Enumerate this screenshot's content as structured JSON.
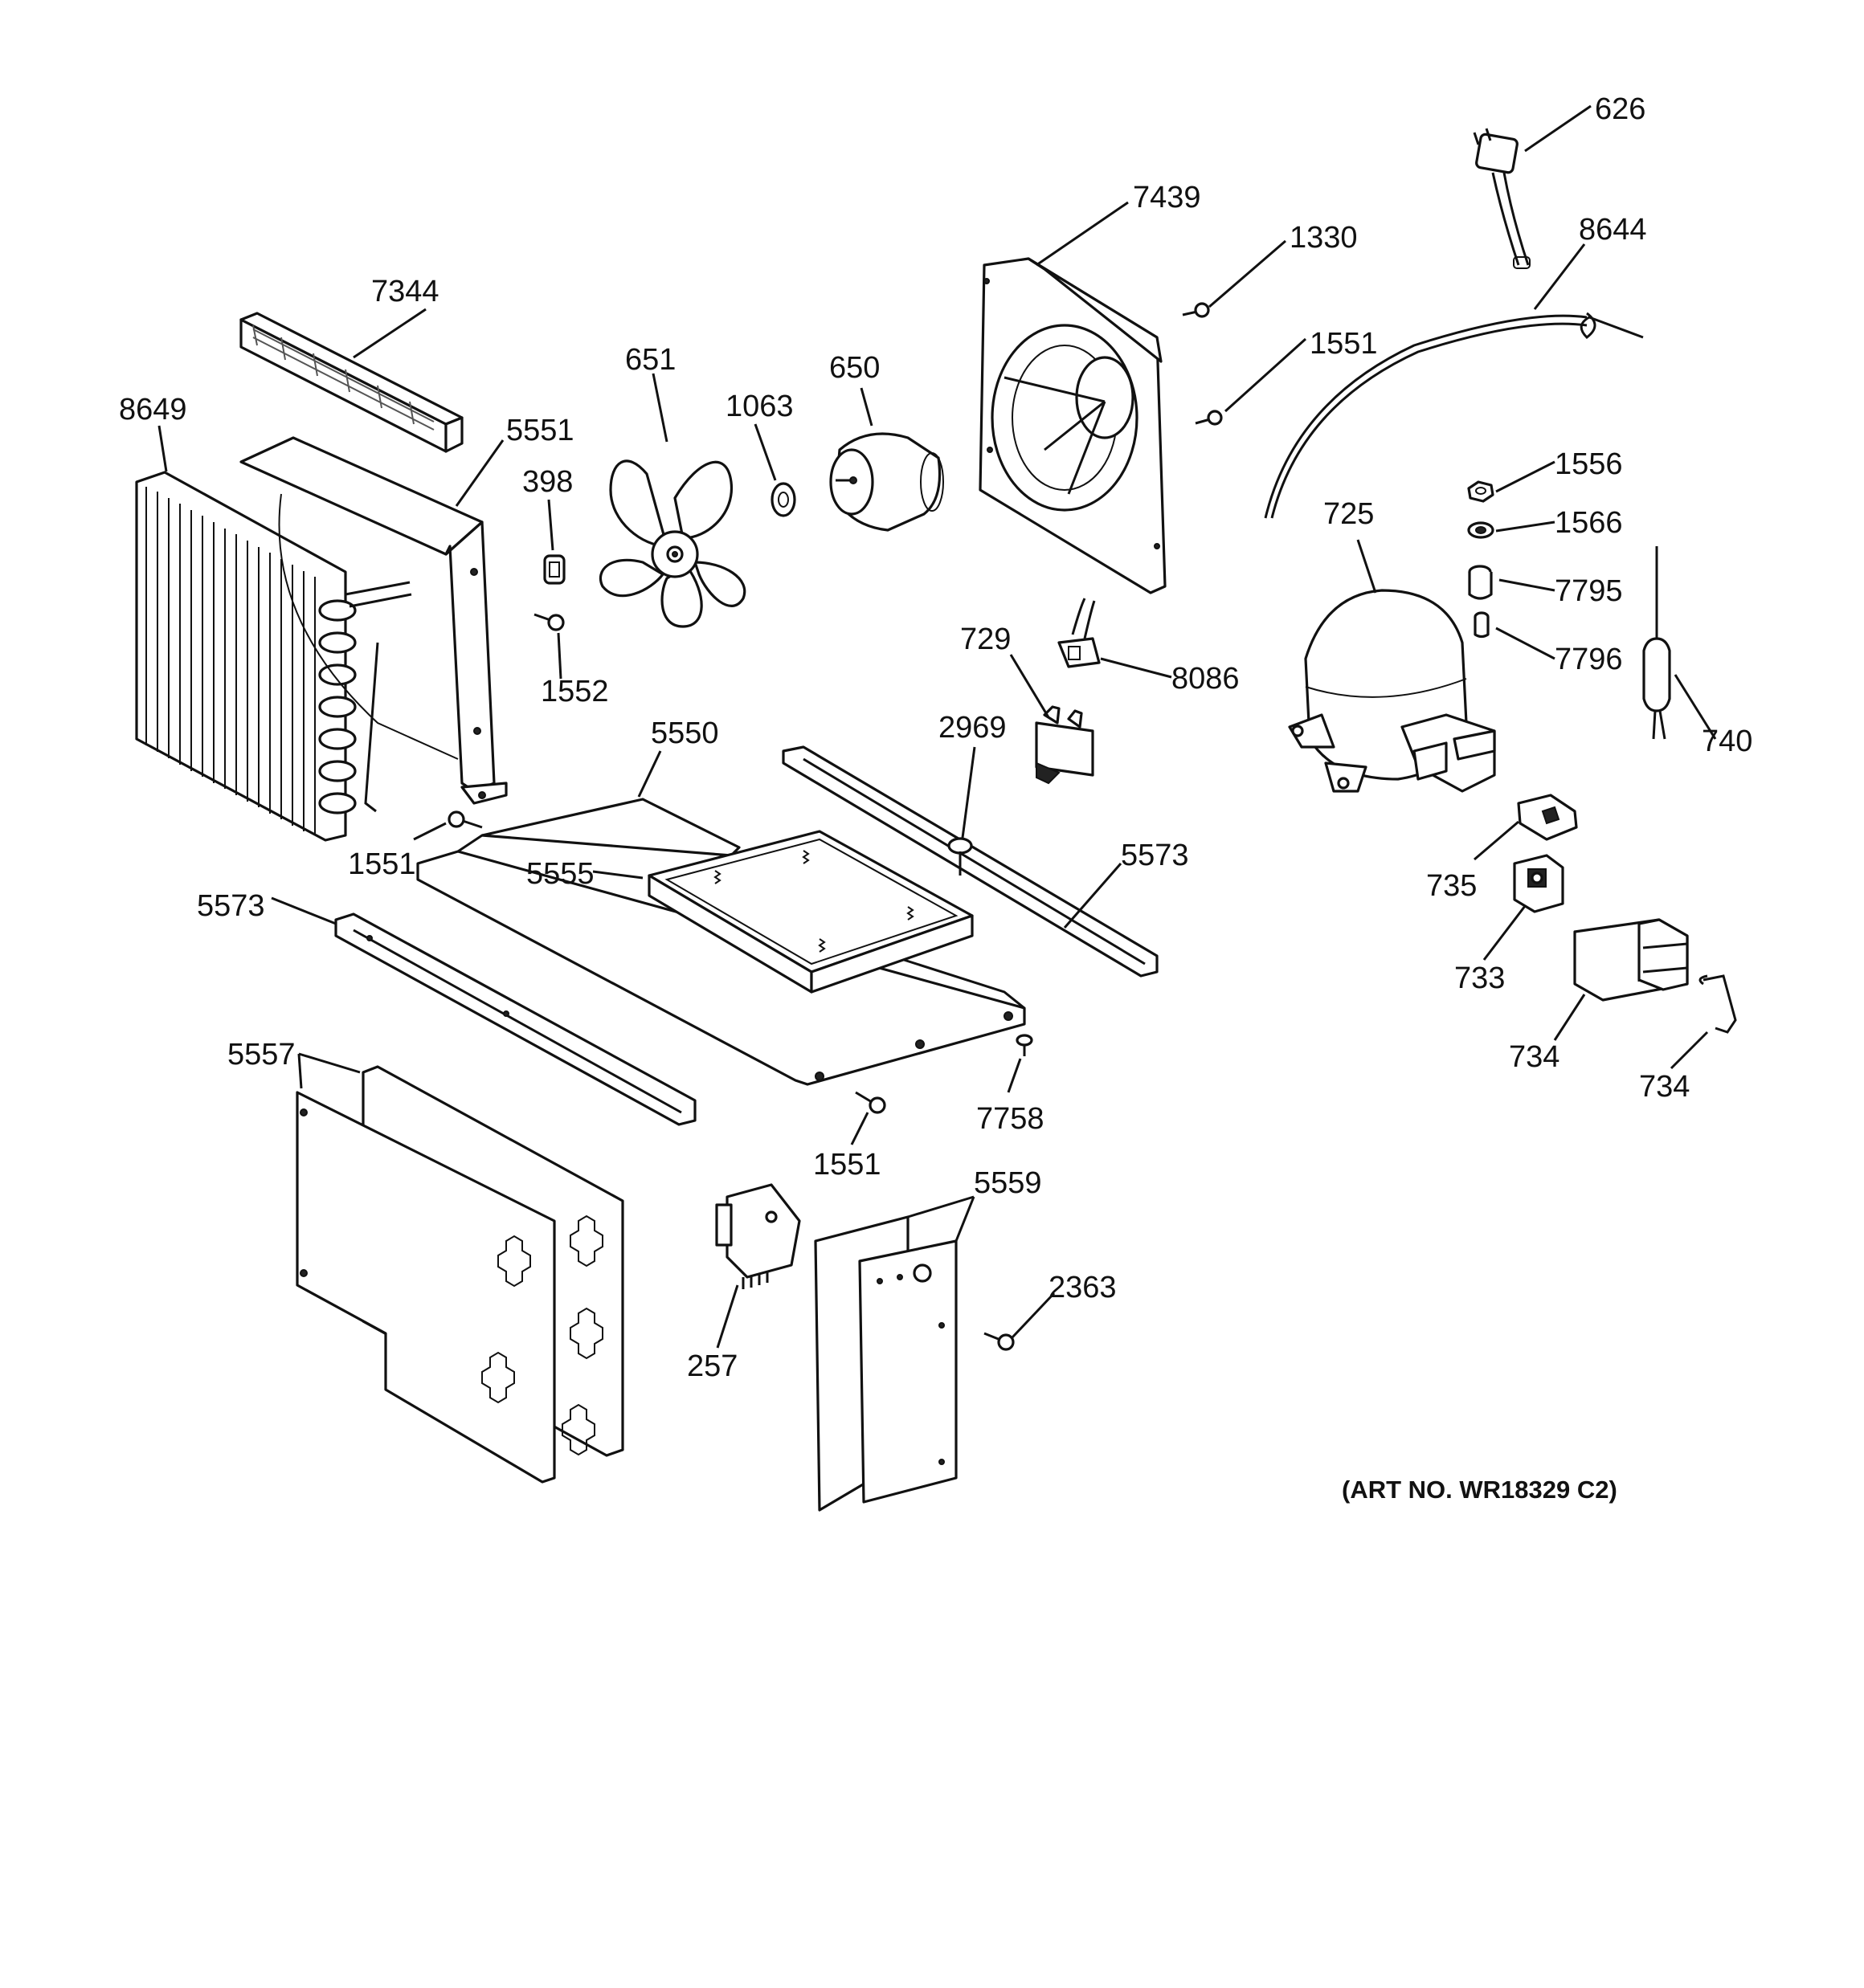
{
  "labels": {
    "p626": "626",
    "p7439": "7439",
    "p1330": "1330",
    "p8644": "8644",
    "p7344": "7344",
    "p1551_top": "1551",
    "p651": "651",
    "p650": "650",
    "p1063": "1063",
    "p8649": "8649",
    "p5551": "5551",
    "p398": "398",
    "p1556": "1556",
    "p725": "725",
    "p1566": "1566",
    "p7795": "7795",
    "p7796": "7796",
    "p1552": "1552",
    "p729": "729",
    "p8086": "8086",
    "p740": "740",
    "p2969": "2969",
    "p5550": "5550",
    "p5573_right": "5573",
    "p1551_left": "1551",
    "p5555": "5555",
    "p735": "735",
    "p5573_left": "5573",
    "p733": "733",
    "p5557": "5557",
    "p734_a": "734",
    "p734_b": "734",
    "p7758": "7758",
    "p1551_bottom": "1551",
    "p5559": "5559",
    "p2363": "2363",
    "p257": "257"
  },
  "art_number": "(ART NO. WR18329 C2)"
}
